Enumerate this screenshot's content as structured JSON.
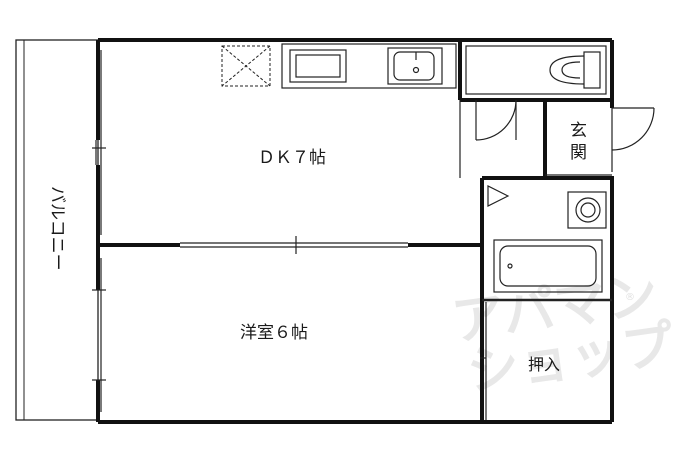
{
  "rooms": {
    "dk": "ＤＫ７帖",
    "yoshitsu": "洋室６帖",
    "oshiire": "押入",
    "genkan_top": "玄",
    "genkan_bottom": "関",
    "balcony": "バルコニー"
  },
  "watermark": {
    "line1": "アパマン",
    "line2": "ショップ"
  },
  "colors": {
    "wall": "#111111",
    "line": "#222222",
    "watermark": "#e6e6e6",
    "background": "#ffffff"
  }
}
